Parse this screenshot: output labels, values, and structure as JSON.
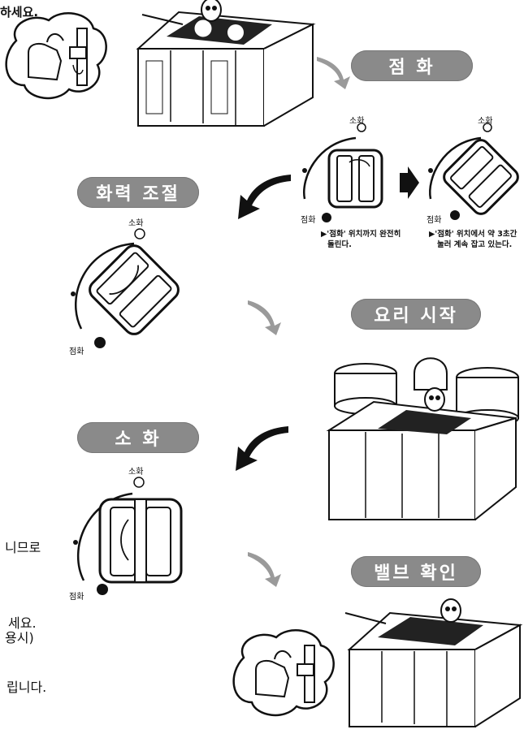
{
  "left_text": {
    "line1": "하세요.",
    "line2": "니므로",
    "line3": "세요.",
    "line4": "용시)",
    "line5": "립니다."
  },
  "steps": {
    "ignite": "점 화",
    "adjust": "화력 조절",
    "cook": "요리 시작",
    "extinguish": "소 화",
    "valve": "밸브 확인"
  },
  "knob_labels": {
    "off": "소화",
    "on": "점화"
  },
  "instructions": {
    "turn_line1": "▶'점화' 위치까지 완전히",
    "turn_line2": "돌린다.",
    "hold_line1": "▶'점화' 위치에서 약 3초간",
    "hold_line2": "눌러 계속 잡고 있는다."
  }
}
